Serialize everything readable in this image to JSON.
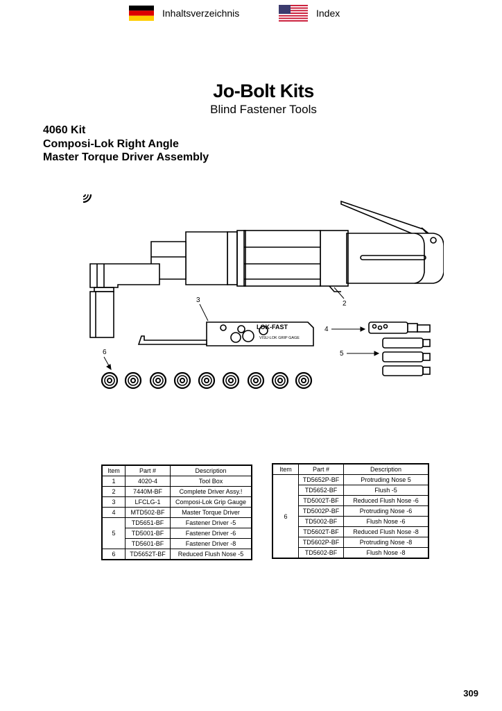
{
  "nav": {
    "german_label": "Inhaltsverzeichnis",
    "english_label": "Index"
  },
  "header": {
    "title": "Jo-Bolt Kits",
    "subtitle": "Blind Fastener Tools"
  },
  "kit": {
    "line1": "4060 Kit",
    "line2": "Composi-Lok Right Angle",
    "line3": "Master Torque Driver Assembly"
  },
  "drawing": {
    "callouts": [
      "2",
      "3",
      "4",
      "5",
      "6"
    ],
    "gauge_brand": "LOK-FAST",
    "gauge_subtitle": "VISU-LOK GRIP GAGE",
    "nut_count": 9
  },
  "table1": {
    "headers": [
      "Item",
      "Part #",
      "Description"
    ],
    "rows": [
      {
        "item": "1",
        "part": "4020-4",
        "desc": "Tool Box"
      },
      {
        "item": "2",
        "part": "7440M-BF",
        "desc": "Complete Driver Assy.!"
      },
      {
        "item": "3",
        "part": "LFCLG-1",
        "desc": "Composi-Lok Grip Gauge"
      },
      {
        "item": "4",
        "part": "MTD502-BF",
        "desc": "Master Torque Driver"
      },
      {
        "item": "5",
        "part": "TD5651-BF",
        "desc": "Fastener Driver -5"
      },
      {
        "item": "",
        "part": "TD5001-BF",
        "desc": "Fastener Driver -6"
      },
      {
        "item": "",
        "part": "TD5601-BF",
        "desc": "Fastener Driver -8"
      },
      {
        "item": "6",
        "part": "TD5652T-BF",
        "desc": "Reduced Flush Nose -5"
      }
    ]
  },
  "table2": {
    "headers": [
      "Item",
      "Part #",
      "Description"
    ],
    "item": "6",
    "rows": [
      {
        "part": "TD5652P-BF",
        "desc": "Protruding Nose 5"
      },
      {
        "part": "TD5652-BF",
        "desc": "Flush -5"
      },
      {
        "part": "TD5002T-BF",
        "desc": "Reduced Flush Nose -6"
      },
      {
        "part": "TD5002P-BF",
        "desc": "Protruding Nose -6"
      },
      {
        "part": "TD5002-BF",
        "desc": "Flush Nose -6"
      },
      {
        "part": "TD5602T-BF",
        "desc": "Reduced Flush Nose -8"
      },
      {
        "part": "TD5602P-BF",
        "desc": "Protruding Nose -8"
      },
      {
        "part": "TD5602-BF",
        "desc": "Flush Nose -8"
      }
    ]
  },
  "page_number": "309"
}
